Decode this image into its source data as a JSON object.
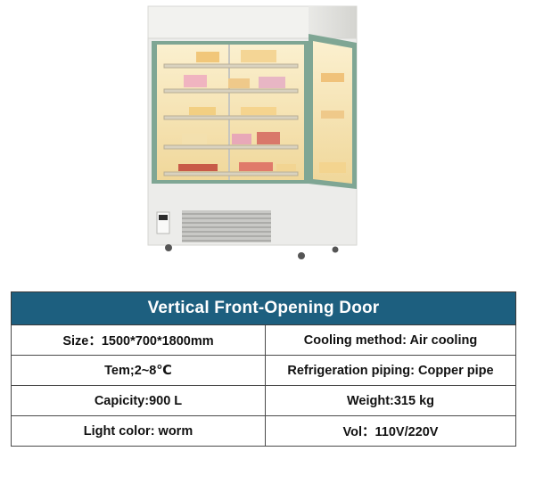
{
  "product_image": {
    "icon": "display-refrigerator-illustration",
    "colors": {
      "cabinet": "#efefec",
      "frame": "#7fa694",
      "light": "#f8e2a8",
      "vent": "#9a9a9a"
    }
  },
  "spec_table": {
    "title": "Vertical Front-Opening Door",
    "header_color": "#1d5f7f",
    "rows": [
      [
        "Size：1500*700*1800mm",
        "Cooling method: Air cooling"
      ],
      [
        "Tem;2~8℃",
        "Refrigeration piping: Copper pipe"
      ],
      [
        "Capicity:900 L",
        "Weight:315 kg"
      ],
      [
        "Light color: worm",
        "Vol：110V/220V"
      ]
    ]
  }
}
